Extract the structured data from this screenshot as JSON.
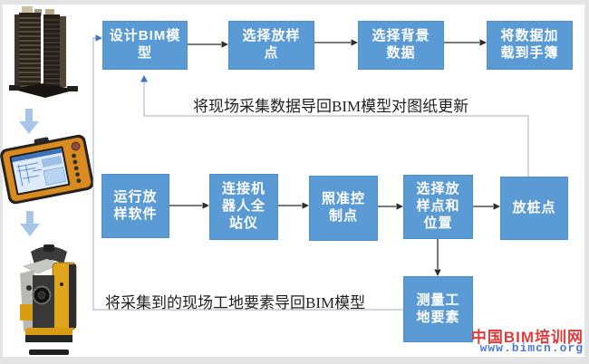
{
  "diagram": {
    "top_row": [
      {
        "label": "设计BIM模\n型"
      },
      {
        "label": "选择放样\n点"
      },
      {
        "label": "选择背景\n数据"
      },
      {
        "label": "将数据加\n载到手簿"
      }
    ],
    "middle_row": [
      {
        "label": "运行放\n样软件"
      },
      {
        "label": "连接机\n器人全\n站仪"
      },
      {
        "label": "照准控\n制点"
      },
      {
        "label": "选择放\n样点和\n位置"
      },
      {
        "label": "放桩点"
      }
    ],
    "measure_box": {
      "label": "测量工\n地要素"
    },
    "feedback_top_label": "将现场采集数据导回BIM模型对图纸更新",
    "feedback_bottom_label": "将采集到的现场工地要素导回BIM模型"
  },
  "watermark": {
    "site_name": "中国BIM培训网",
    "url": "www.bimcn.org"
  },
  "icons": {
    "building_image": "bim-building-model-photo",
    "controller_image": "handheld-field-controller-photo",
    "station_image": "robotic-total-station-photo",
    "down_arrow": "blue-block-down-arrow"
  },
  "colors": {
    "process_box": "#5b9bd5",
    "process_box_border": "#4d8fcb",
    "flow_arrow": "#2b2b2b",
    "feedback_line": "#9fb0c6",
    "feedback_arrowhead": "#4472c4",
    "block_arrow": "#a6c5e9",
    "watermark_site": "#e13c3a",
    "watermark_url": "#4a7ad6",
    "frame": "#e4e4e4"
  }
}
